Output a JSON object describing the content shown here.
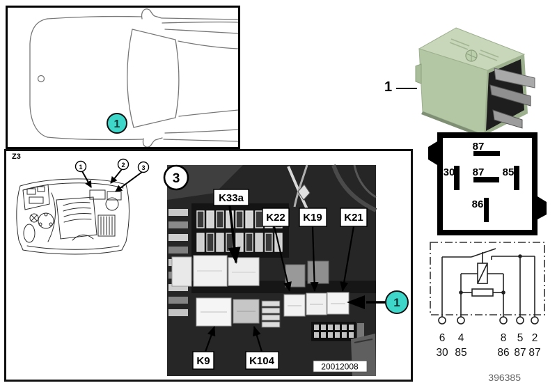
{
  "colors": {
    "marker": "#3ED6C9",
    "relay_body": "#B6C9A8"
  },
  "car_panel": {
    "marker_label": "1"
  },
  "engine_panel": {
    "corner_label": "Z3",
    "callouts": [
      "1",
      "2",
      "3"
    ]
  },
  "photo_panel": {
    "section_marker": "3",
    "labels": {
      "k33a": "K33a",
      "k22": "K22",
      "k19": "K19",
      "k21": "K21",
      "k9": "K9",
      "k104": "K104"
    },
    "timestamp": "20012008",
    "part_marker": "1"
  },
  "relay_view": {
    "callout": "1"
  },
  "pin_diagram": {
    "pin_top": "87",
    "pin_left": "30",
    "pin_center": "87",
    "pin_right": "85",
    "pin_bottom": "86"
  },
  "schematic": {
    "pin_numbers": [
      "6",
      "4",
      "8",
      "5",
      "2"
    ],
    "terminals": [
      "30",
      "85",
      "86",
      "87",
      "87"
    ]
  },
  "footer": {
    "doc_number": "396385"
  }
}
